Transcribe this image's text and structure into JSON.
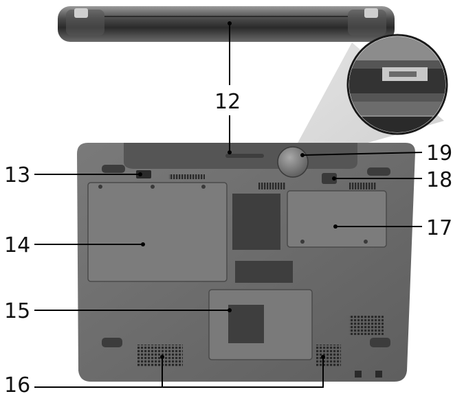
{
  "callouts": {
    "c12": "12",
    "c13": "13",
    "c14": "14",
    "c15": "15",
    "c16": "16",
    "c17": "17",
    "c18": "18",
    "c19": "19"
  },
  "colors": {
    "laptop_body": "#707070",
    "laptop_dark": "#3a3a3a",
    "panel_light": "#8a8a8a",
    "vent": "#2a2a2a",
    "leader": "#000000",
    "magnifier_bg": "#8c8c8c"
  }
}
